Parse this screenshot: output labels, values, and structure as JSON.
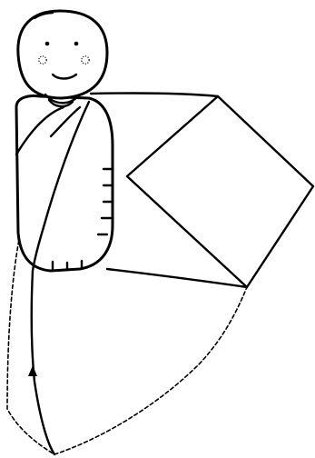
{
  "canvas": {
    "background": "#ffffff",
    "ink": "#000000"
  },
  "figure": {
    "style": "black line drawing",
    "parts": [
      "baby-head",
      "swaddled-body",
      "blanket-square",
      "folded-corner",
      "dashed-fold-guide",
      "fold-direction-arrow"
    ]
  }
}
